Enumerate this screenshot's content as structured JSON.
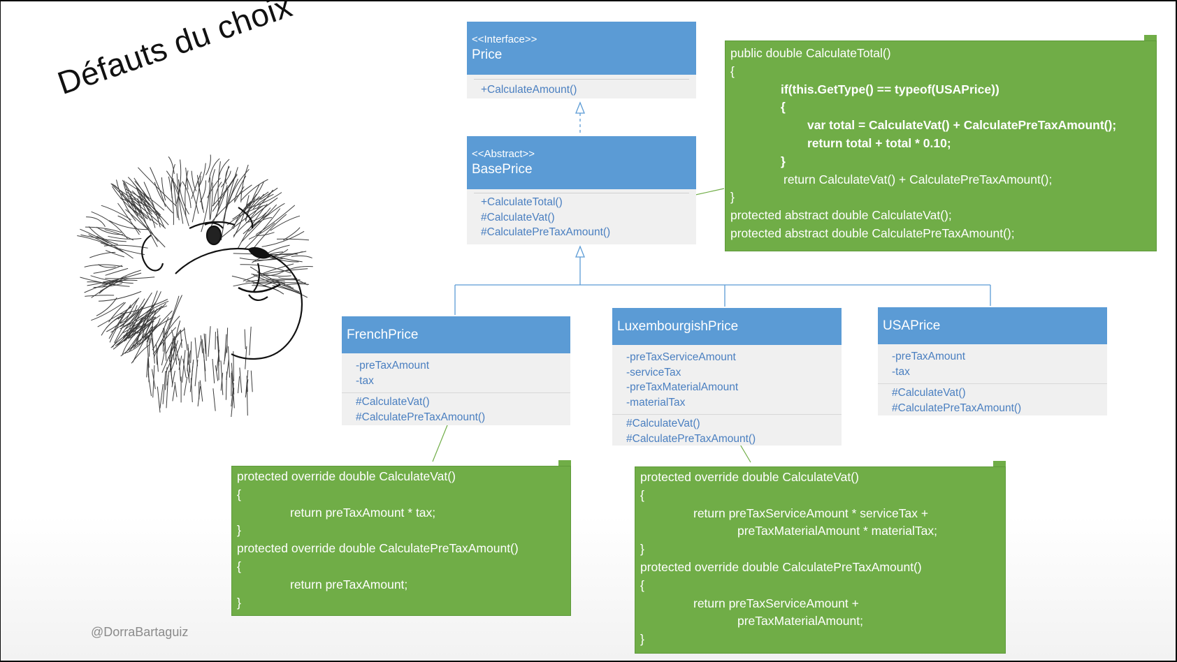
{
  "slide": {
    "title": "Défauts du choix",
    "credit": "@DorraBartaguiz"
  },
  "colors": {
    "class_header": "#5b9bd5",
    "class_body": "#f0f0f0",
    "member_text": "#4a7fc0",
    "note_fill": "#70ad47",
    "connector": "#5b9bd5"
  },
  "classes": {
    "price": {
      "stereotype": "<<Interface>>",
      "name": "Price",
      "members": [
        "+CalculateAmount()"
      ]
    },
    "base_price": {
      "stereotype": "<<Abstract>>",
      "name": "BasePrice",
      "members": [
        "+CalculateTotal()",
        "#CalculateVat()",
        "#CalculatePreTaxAmount()"
      ]
    },
    "french_price": {
      "name": "FrenchPrice",
      "attributes": [
        "-preTaxAmount",
        "-tax"
      ],
      "methods": [
        "#CalculateVat()",
        "#CalculatePreTaxAmount()"
      ]
    },
    "luxembourgish_price": {
      "name": "LuxembourgishPrice",
      "attributes": [
        "-preTaxServiceAmount",
        "-serviceTax",
        "-preTaxMaterialAmount",
        "-materialTax"
      ],
      "methods": [
        "#CalculateVat()",
        "#CalculatePreTaxAmount()"
      ]
    },
    "usa_price": {
      "name": "USAPrice",
      "attributes": [
        "-preTaxAmount",
        "-tax"
      ],
      "methods": [
        "#CalculateVat()",
        "#CalculatePreTaxAmount()"
      ]
    }
  },
  "notes": {
    "base": [
      "public double CalculateTotal()",
      "{",
      "if(this.GetType() == typeof(USAPrice))",
      "{",
      "var total = CalculateVat() + CalculatePreTaxAmount();",
      "return total + total * 0.10;",
      "}",
      "return CalculateVat() + CalculatePreTaxAmount();",
      "}",
      "protected abstract double CalculateVat();",
      "protected abstract double CalculatePreTaxAmount();"
    ],
    "french": [
      "protected override double CalculateVat()",
      "{",
      "return preTaxAmount * tax;",
      "}",
      "protected override double CalculatePreTaxAmount()",
      "{",
      "return preTaxAmount;",
      "}"
    ],
    "lux": [
      "protected override double CalculateVat()",
      "{",
      "return preTaxServiceAmount * serviceTax +",
      "preTaxMaterialAmount * materialTax;",
      "}",
      "protected override double CalculatePreTaxAmount()",
      "{",
      "return preTaxServiceAmount +",
      "preTaxMaterialAmount;",
      "}"
    ]
  }
}
